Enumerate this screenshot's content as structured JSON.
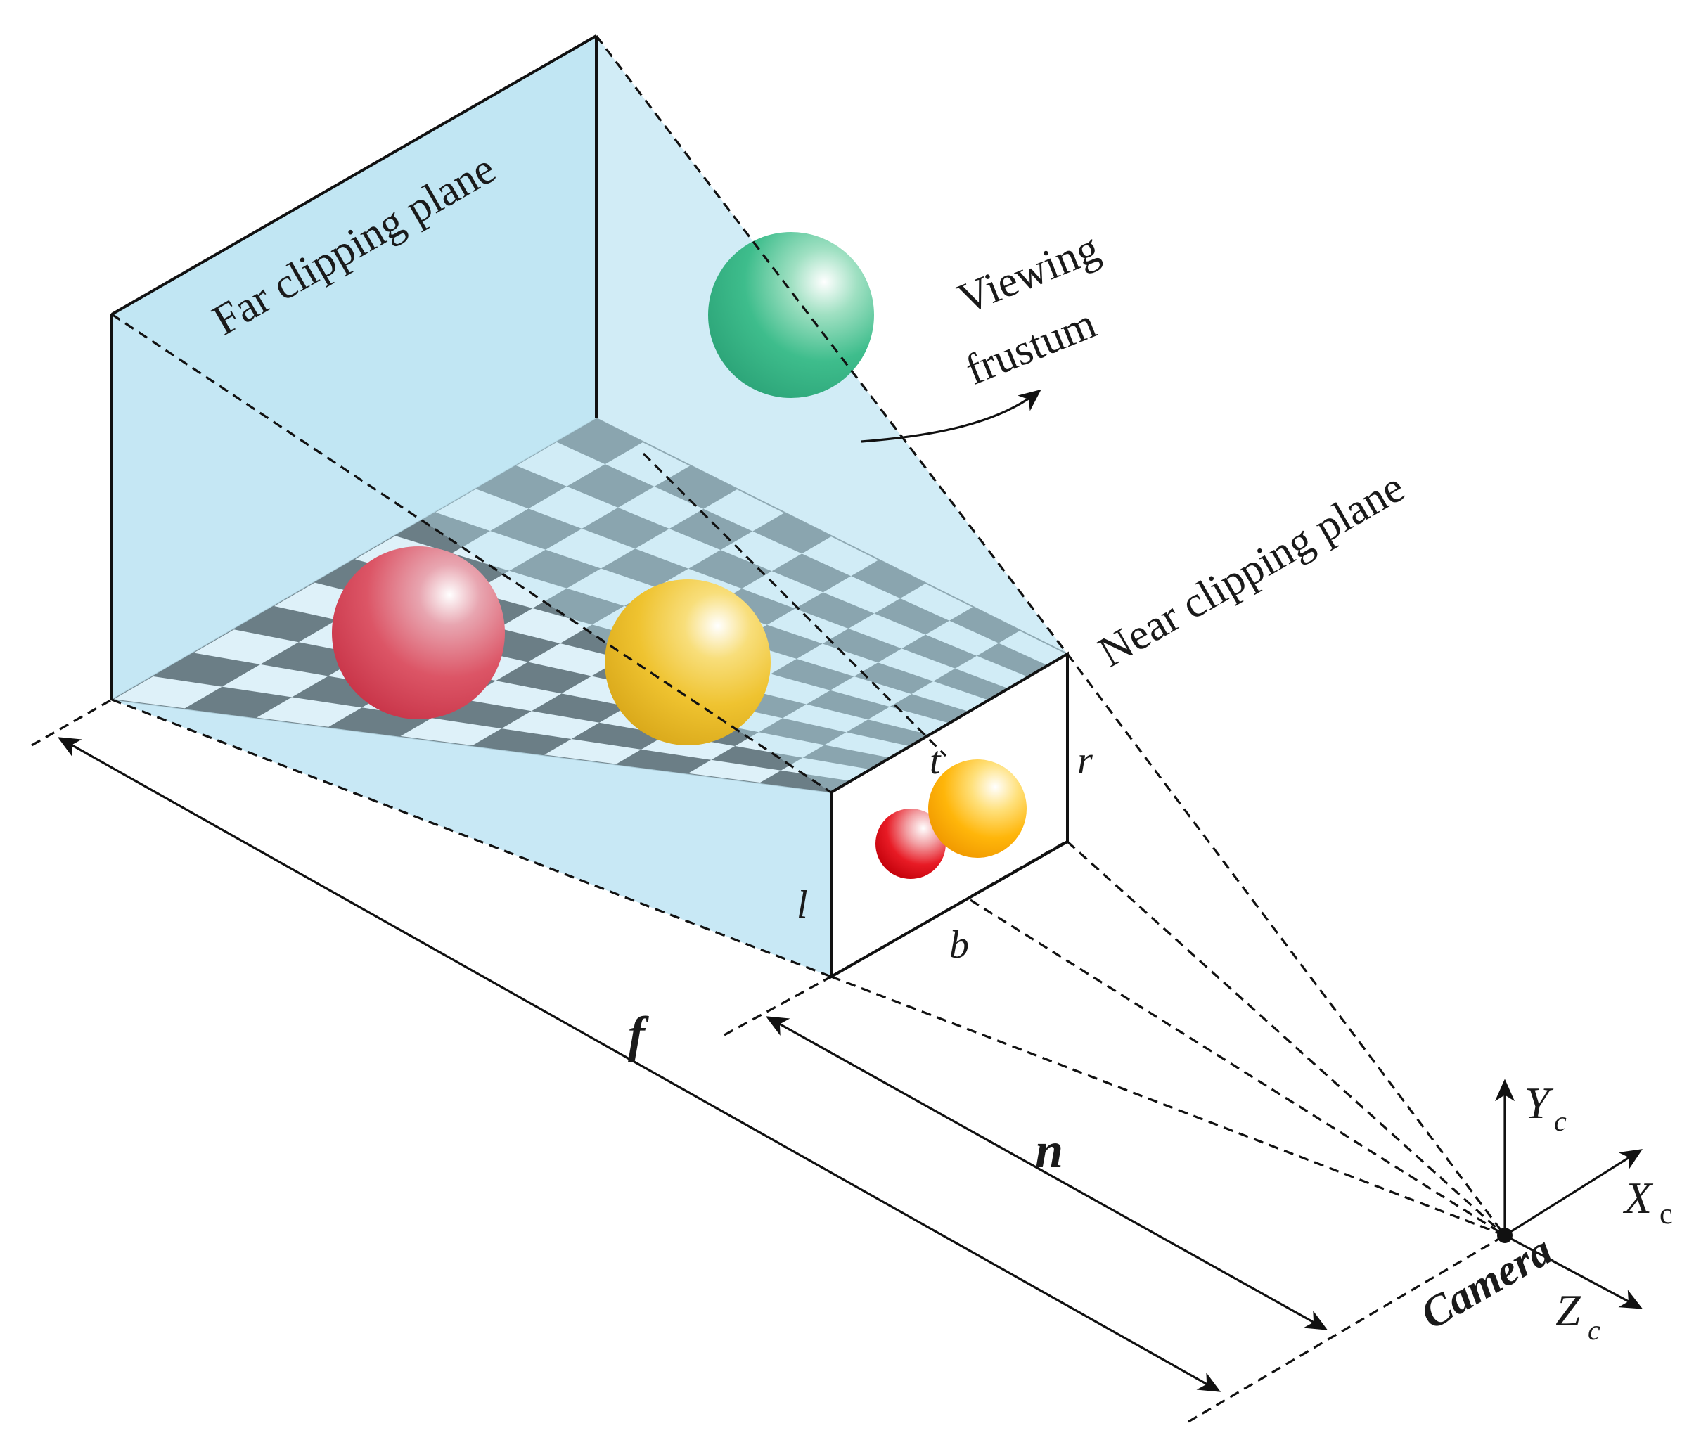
{
  "labels": {
    "far_plane": "Far clipping plane",
    "near_plane": "Near clipping plane",
    "frustum_line1": "Viewing",
    "frustum_line2": "frustum",
    "camera": "Camera",
    "f": "f",
    "n": "n",
    "t": "t",
    "r": "r",
    "l": "l",
    "b": "b",
    "axis_y": "Y",
    "axis_y_sub": "c",
    "axis_x": "X",
    "axis_x_sub": "c",
    "axis_z": "Z",
    "axis_z_sub": "c"
  },
  "colors": {
    "frustum_fill": "#bfe4f2",
    "floor_dark": "#000000",
    "floor_light": "#ffffff",
    "sphere_green": "#35b98a",
    "sphere_red": "#d9475c",
    "sphere_yellow": "#f2c22a",
    "sphere_red_near": "#e8101c",
    "sphere_yellow_near": "#ffb800"
  },
  "icons": {
    "camera": "camera-origin-dot",
    "arrow": "curved-arrow-icon"
  }
}
